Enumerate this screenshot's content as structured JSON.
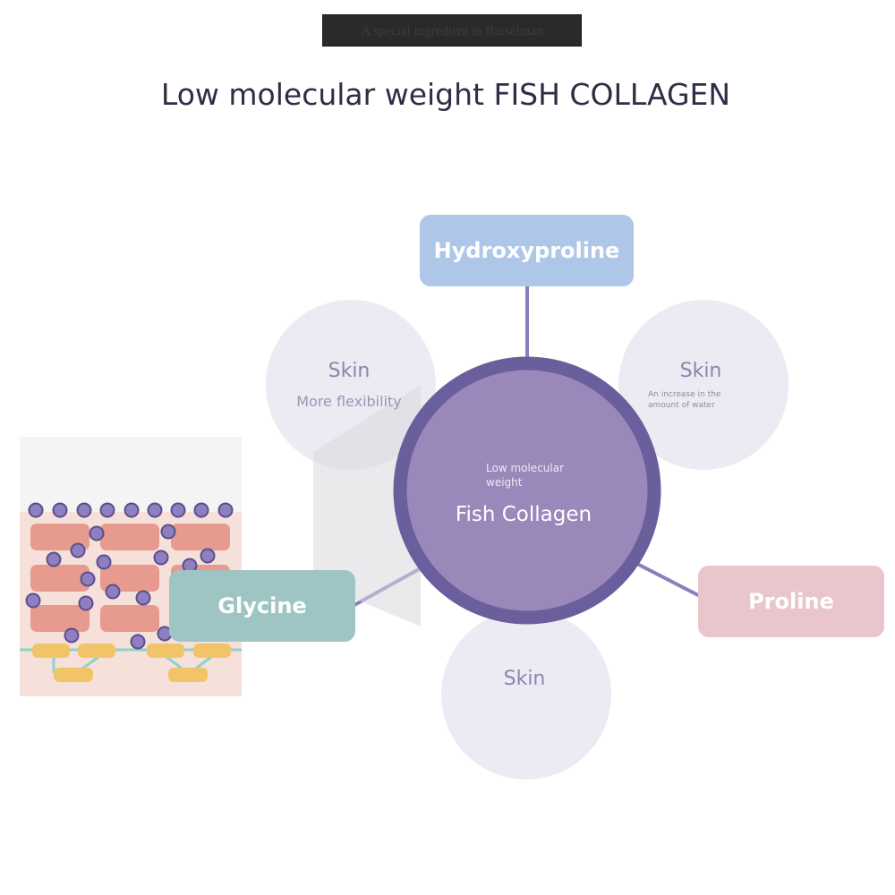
{
  "banner": {
    "text": "A special ingredient in Barselman"
  },
  "title": "Low molecular weight FISH COLLAGEN",
  "center": {
    "small": "Low molecular weight",
    "big": "Fish Collagen"
  },
  "amino_acids": {
    "hydroxyproline": "Hydroxyproline",
    "glycine": "Glycine",
    "proline": "Proline"
  },
  "skin_circles": {
    "left": {
      "title": "Skin",
      "text": "More flexibility"
    },
    "right": {
      "title": "Skin",
      "text": "An increase in the amount of water"
    },
    "bottom": {
      "title": "Skin"
    }
  },
  "colors": {
    "center_fill": "#9b88bb",
    "center_ring": "#6a5f9c",
    "connector": "#8c7fbd",
    "skin_circle": "#ecebf3",
    "hydroxyproline_box": "#aec7e8",
    "glycine_box": "#9fc4c4",
    "proline_box": "#e9c6cb",
    "cell_bead": "#8f7fc0",
    "cell_block": "#e79a8e",
    "cell_base": "#f2c46a"
  }
}
